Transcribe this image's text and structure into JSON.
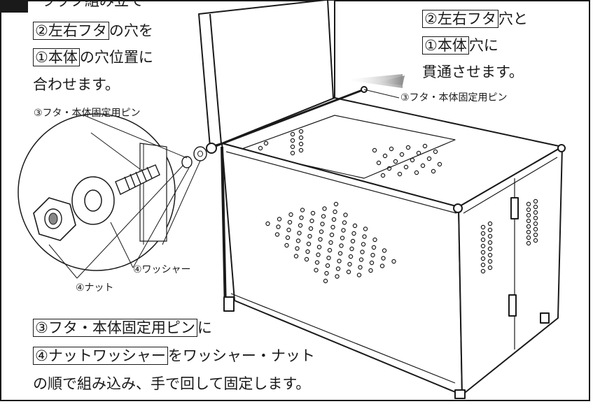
{
  "top_left_heading_partial": "ラック組み立て",
  "left_instruction": {
    "line1_box": "②左右フタ",
    "line1_rest": "の穴を",
    "line2_box": "①本体",
    "line2_rest": "の穴位置に",
    "line3": "合わせます。"
  },
  "right_instruction": {
    "line1_box": "②左右フタ",
    "line1_rest": "穴と",
    "line2_box": "①本体",
    "line2_rest": "穴に",
    "line3": "貫通させます。"
  },
  "labels": {
    "pin_left": "③フタ・本体固定用ピン",
    "pin_right": "③フタ・本体固定用ピン",
    "washer": "④ワッシャー",
    "nut": "④ナット"
  },
  "bottom_instruction": {
    "line1_box": "③フタ・本体固定用ピン",
    "line1_rest": "に",
    "line2_box": "④ナットワッシャー",
    "line2_rest": "をワッシャー・ナット",
    "line3": "の順で組み込み、手で回して固定します。"
  },
  "colors": {
    "ink": "#1a1a1a",
    "paper": "#ffffff",
    "arrow": "#9a9a9a"
  }
}
